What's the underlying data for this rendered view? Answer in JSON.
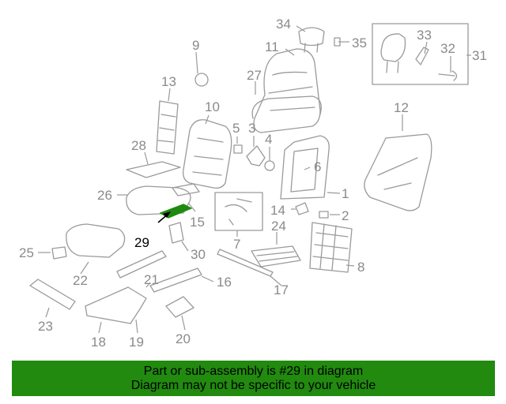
{
  "diagram": {
    "highlight_color": "#1f8a10",
    "callouts": {
      "c1": "1",
      "c2": "2",
      "c3": "3",
      "c4": "4",
      "c5": "5",
      "c6": "6",
      "c7": "7",
      "c8": "8",
      "c9": "9",
      "c10": "10",
      "c11": "11",
      "c12": "12",
      "c13": "13",
      "c14": "14",
      "c15": "15",
      "c16": "16",
      "c17": "17",
      "c18": "18",
      "c19": "19",
      "c20": "20",
      "c21": "21",
      "c22": "22",
      "c23": "23",
      "c24": "24",
      "c25": "25",
      "c26": "26",
      "c27": "27",
      "c28": "28",
      "c29": "29",
      "c30": "30",
      "c31": "31",
      "c32": "32",
      "c33": "33",
      "c34": "34",
      "c35": "35"
    }
  },
  "banner": {
    "line1": "Part or sub-assembly is #29 in diagram",
    "line2": "Diagram may not be specific to your vehicle",
    "color": "#218a0f"
  }
}
